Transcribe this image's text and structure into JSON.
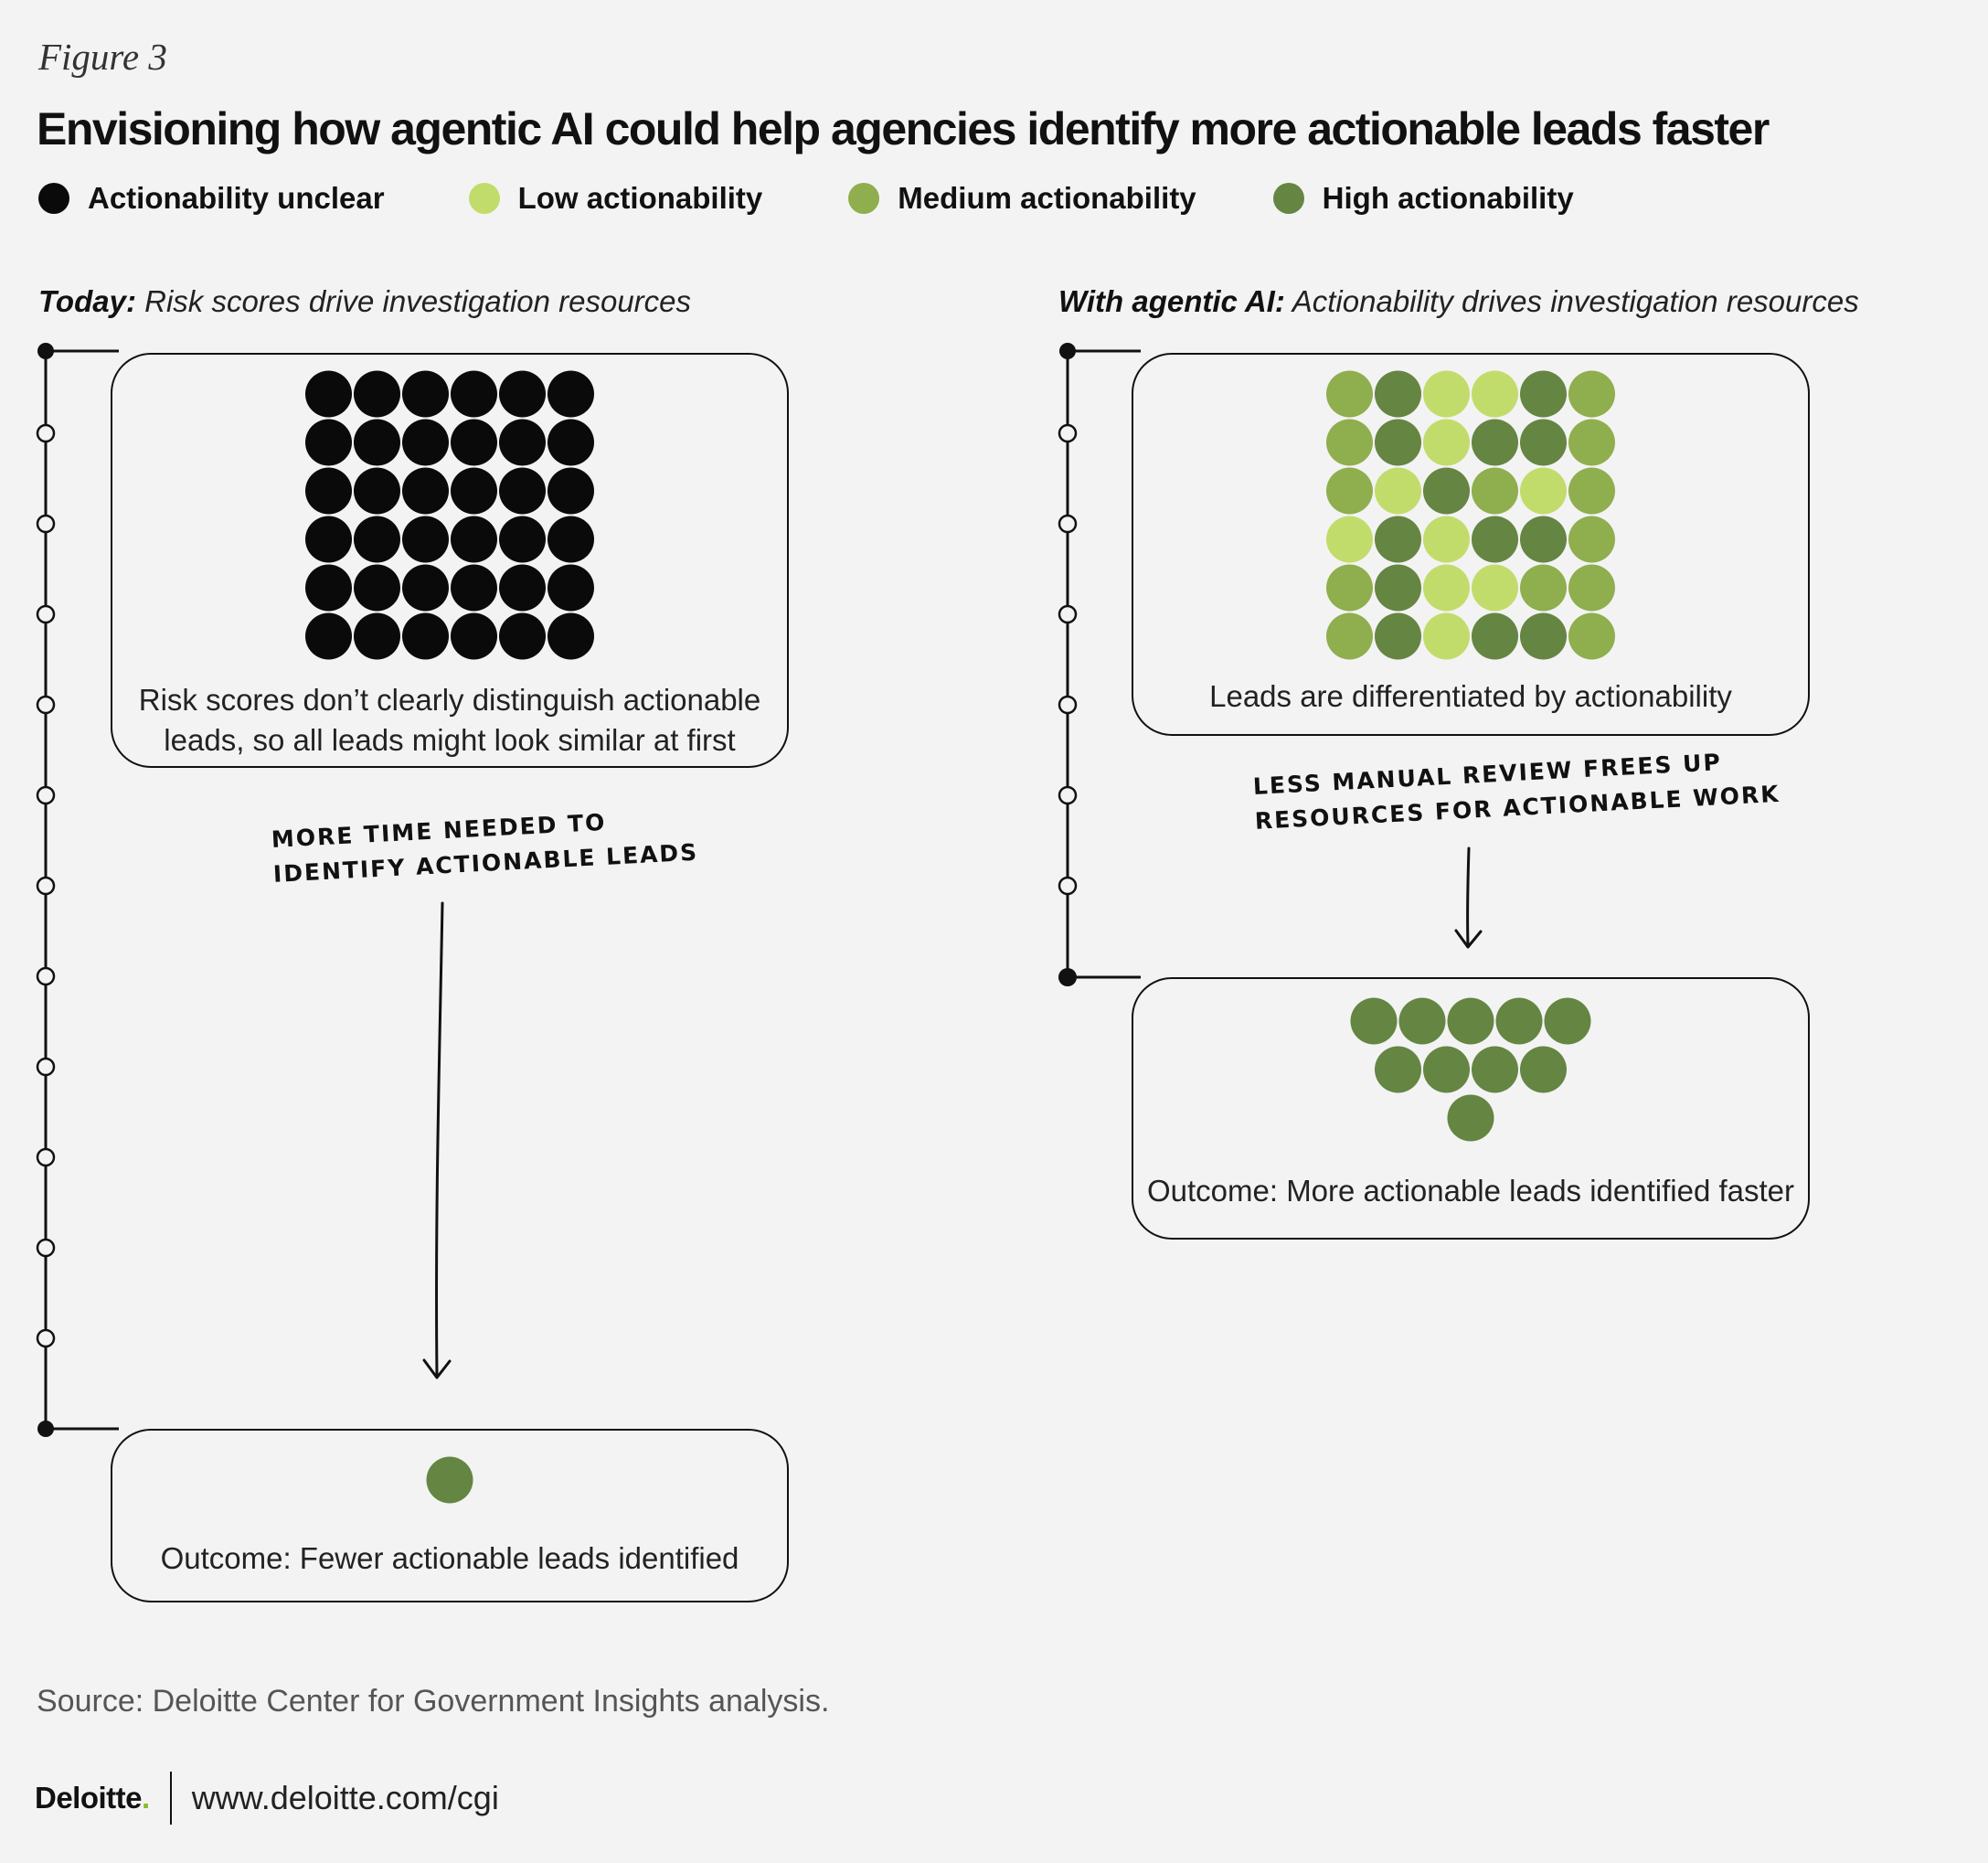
{
  "figure_label": "Figure 3",
  "title": "Envisioning how agentic AI could help agencies identify more actionable leads faster",
  "legend": [
    {
      "label": "Actionability unclear",
      "color": "#0a0a0a"
    },
    {
      "label": "Low actionability",
      "color": "#c2dc6c"
    },
    {
      "label": "Medium actionability",
      "color": "#8fae4e"
    },
    {
      "label": "High actionability",
      "color": "#658543"
    }
  ],
  "today": {
    "heading_bold": "Today:",
    "heading_rest": " Risk scores drive investigation resources",
    "leads_caption_1": "Risk scores don’t clearly distinguish actionable",
    "leads_caption_2": "leads, so all leads might look similar at first",
    "note_1": "More time needed to",
    "note_2": "identify actionable leads",
    "outcome": "Outcome: Fewer actionable leads identified",
    "leads_grid": [
      [
        "u",
        "u",
        "u",
        "u",
        "u",
        "u"
      ],
      [
        "u",
        "u",
        "u",
        "u",
        "u",
        "u"
      ],
      [
        "u",
        "u",
        "u",
        "u",
        "u",
        "u"
      ],
      [
        "u",
        "u",
        "u",
        "u",
        "u",
        "u"
      ],
      [
        "u",
        "u",
        "u",
        "u",
        "u",
        "u"
      ],
      [
        "u",
        "u",
        "u",
        "u",
        "u",
        "u"
      ]
    ],
    "outcome_leads": [
      [
        "h"
      ]
    ]
  },
  "agentic": {
    "heading_bold": "With agentic AI:",
    "heading_rest": " Actionability drives investigation resources",
    "leads_caption": "Leads are differentiated by actionability",
    "note_1": "Less manual review frees up",
    "note_2": "resources for actionable work",
    "outcome": "Outcome: More actionable leads identified faster",
    "leads_grid": [
      [
        "m",
        "h",
        "l",
        "l",
        "h",
        "m"
      ],
      [
        "m",
        "h",
        "l",
        "h",
        "h",
        "m"
      ],
      [
        "m",
        "l",
        "h",
        "m",
        "l",
        "m"
      ],
      [
        "l",
        "h",
        "l",
        "h",
        "h",
        "m"
      ],
      [
        "m",
        "h",
        "l",
        "l",
        "m",
        "m"
      ],
      [
        "m",
        "h",
        "l",
        "h",
        "h",
        "m"
      ]
    ],
    "outcome_leads": [
      [
        "h",
        "h",
        "h",
        "h",
        "h"
      ],
      [
        "h",
        "h",
        "h",
        "h"
      ],
      [
        "h"
      ]
    ]
  },
  "source": "Source: Deloitte Center for Government Insights analysis.",
  "brand": "Deloitte",
  "brand_dot": ".",
  "url": "www.deloitte.com/cgi"
}
